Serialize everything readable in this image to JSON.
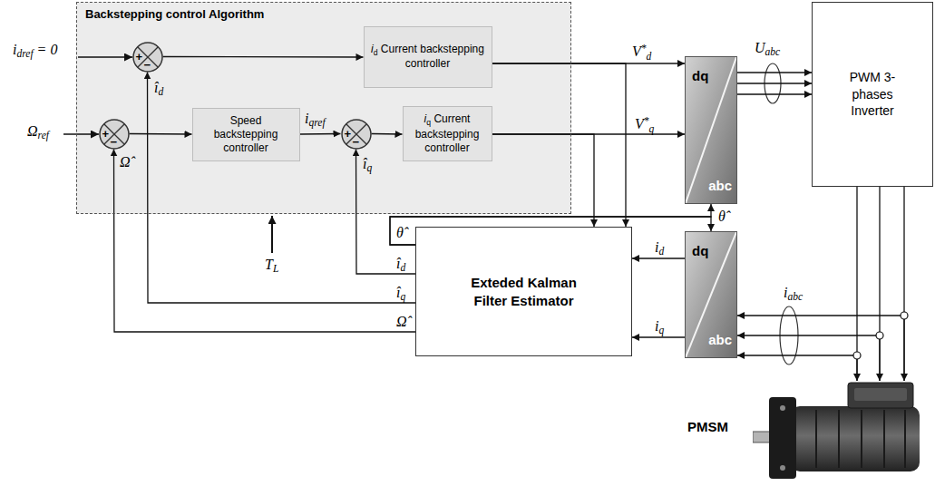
{
  "diagram": {
    "nodes": [
      {
        "text": [
          "Backstepping control Algorithm"
        ]
      },
      {
        "text": [
          "+",
          "−"
        ],
        "in": 0
      },
      {
        "text": [
          "id Current backstepping controller"
        ],
        "in": 0
      },
      {
        "text": [
          "+",
          "−"
        ],
        "in": 0
      },
      {
        "text": [
          "Speed backstepping controller"
        ],
        "in": 0
      },
      {
        "text": [
          "+",
          "−"
        ],
        "in": 0
      },
      {
        "text": [
          "iq Current backstepping controller"
        ],
        "in": 0
      },
      {
        "text": [
          "dq",
          "abc"
        ]
      },
      {
        "text": [
          "PWM 3-phases Inverter"
        ]
      },
      {
        "text": [
          "Exteded Kalman Filter Estimator"
        ]
      },
      {
        "text": [
          "dq",
          "abc"
        ]
      },
      {
        "text": [
          "PMSM"
        ]
      }
    ],
    "edges": [
      {
        "from": 1,
        "to": 2,
        "arrow": "to"
      },
      {
        "from": 2,
        "to": 7,
        "arrow": "to"
      },
      {
        "from": 3,
        "to": 4,
        "arrow": "to"
      },
      {
        "from": 4,
        "to": 5,
        "arrow": "to"
      },
      {
        "from": 5,
        "to": 6,
        "arrow": "to"
      },
      {
        "from": 6,
        "to": 7,
        "arrow": "to"
      },
      {
        "from": 7,
        "to": 8,
        "arrow": "to"
      },
      {
        "from": 8,
        "to": 11,
        "arrow": "to"
      },
      {
        "from": 11,
        "to": 10,
        "arrow": "to"
      },
      {
        "from": 10,
        "to": 9,
        "arrow": "to"
      },
      {
        "from": 10,
        "to": 9,
        "arrow": "to"
      },
      {
        "from": 2,
        "to": 9,
        "arrow": "to"
      },
      {
        "from": 6,
        "to": 9,
        "arrow": "to"
      },
      {
        "from": 9,
        "to": 7,
        "arrow": "to"
      },
      {
        "from": 9,
        "to": 10,
        "arrow": "to"
      },
      {
        "from": 9,
        "to": 5,
        "arrow": "to"
      },
      {
        "from": 9,
        "to": 1,
        "arrow": "to"
      },
      {
        "from": 9,
        "to": 3,
        "arrow": "to"
      }
    ],
    "labels": [
      "idref = 0",
      "Ωref",
      "îd",
      "Ω̂",
      "iqref",
      "îq",
      "V*d",
      "V*q",
      "Uabc",
      "θ̂",
      "TL",
      "θ̂",
      "îd",
      "îq",
      "Ω̂",
      "id",
      "iq",
      "iabc"
    ]
  }
}
